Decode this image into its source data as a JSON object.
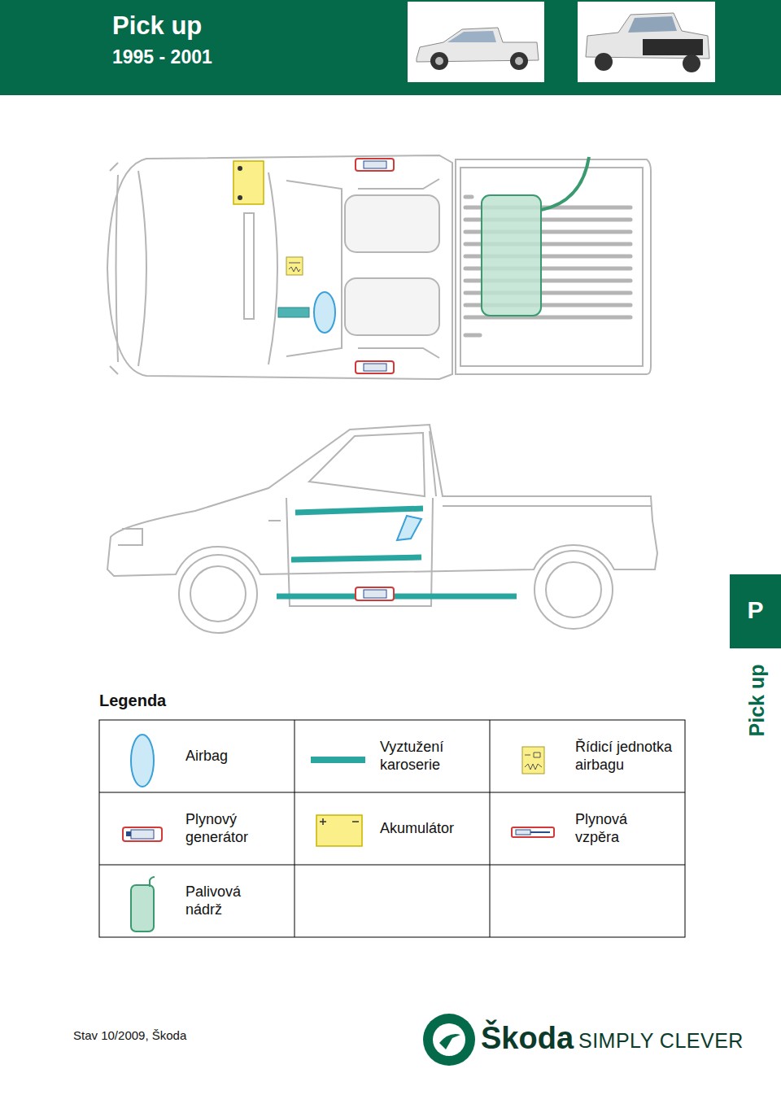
{
  "diagram": {
    "title": "Pick up",
    "labels": [
      "1995 - 2001",
      "P",
      "Pick up",
      "Legenda",
      "Stav 10/2009, Škoda",
      "Škoda",
      "SIMPLY CLEVER"
    ],
    "legend": [
      {
        "text": "Airbag"
      },
      {
        "text": "Vyztužení karoserie"
      },
      {
        "text": "Řídicí jednotka airbagu"
      },
      {
        "text": "Plynový generátor"
      },
      {
        "text": "Akumulátor"
      },
      {
        "text": "Plynová vzpěra"
      },
      {
        "text": "Palivová nádrž"
      }
    ]
  }
}
